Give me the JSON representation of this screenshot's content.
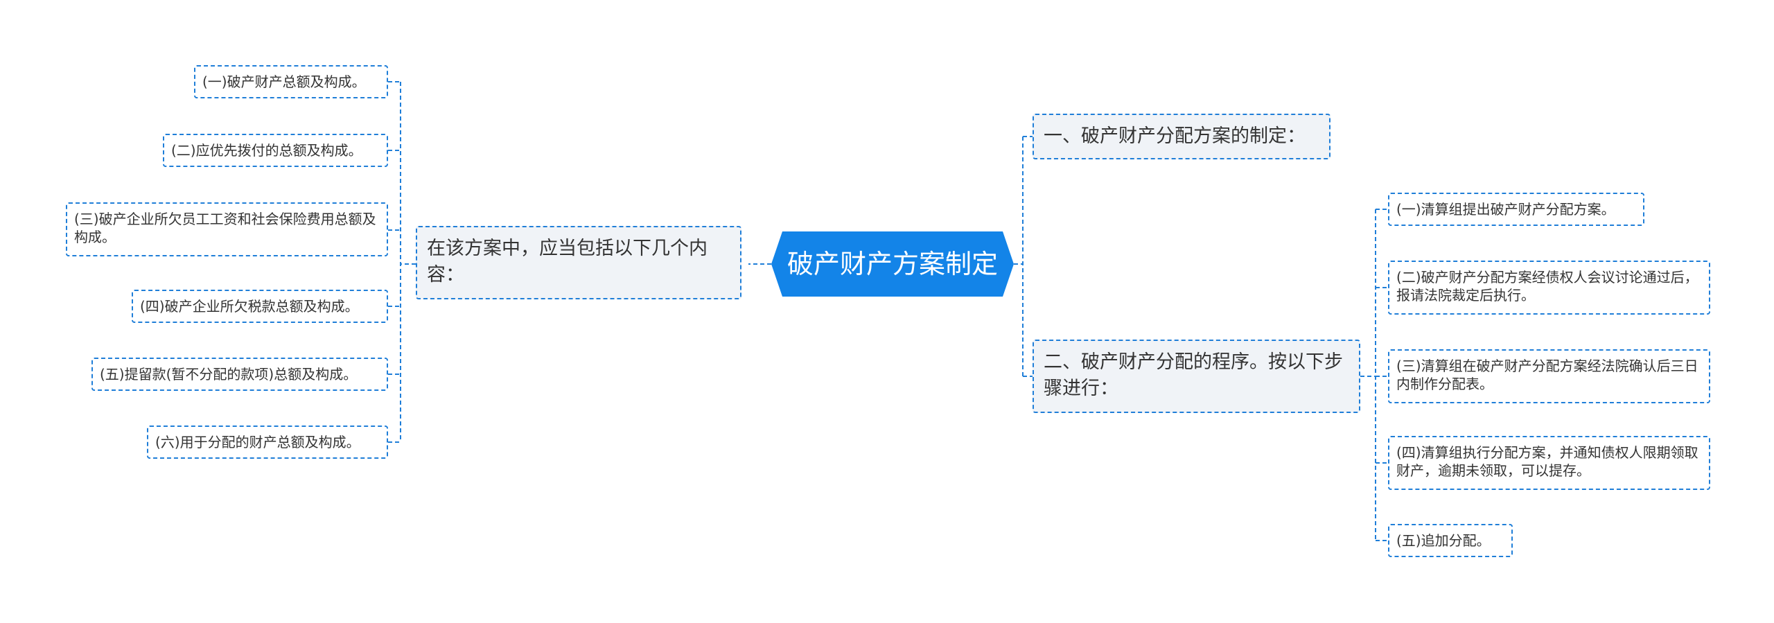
{
  "center": {
    "label": "破产财产方案制定"
  },
  "left": {
    "intro": "在该方案中，应当包括以下几个内容：",
    "items": [
      "(一)破产财产总额及构成。",
      "(二)应优先拨付的总额及构成。",
      "(三)破产企业所欠员工工资和社会保险费用总额及构成。",
      "(四)破产企业所欠税款总额及构成。",
      "(五)提留款(暂不分配的款项)总额及构成。",
      "(六)用于分配的财产总额及构成。"
    ]
  },
  "right": {
    "branch1": "一、破产财产分配方案的制定：",
    "branch2": "二、破产财产分配的程序。按以下步骤进行：",
    "steps": [
      "(一)清算组提出破产财产分配方案。",
      "(二)破产财产分配方案经债权人会议讨论通过后，报请法院裁定后执行。",
      "(三)清算组在破产财产分配方案经法院确认后三日内制作分配表。",
      "(四)清算组执行分配方案，并通知债权人限期领取财产，逾期未领取，可以提存。",
      "(五)追加分配。"
    ]
  },
  "colors": {
    "accent": "#1384e8",
    "border": "#1f7ed8",
    "line": "#1f7ed8"
  }
}
